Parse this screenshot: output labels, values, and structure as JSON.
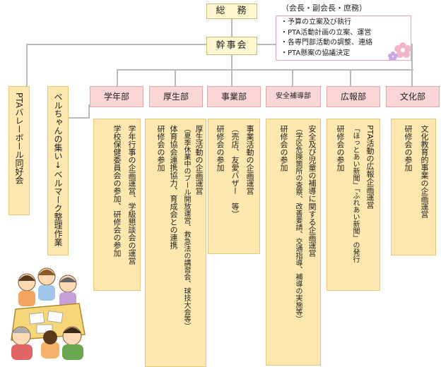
{
  "top": {
    "soumu": "総　務",
    "roles": "（会長・副会長・庶務）",
    "kanjikai": "幹事会"
  },
  "notes": [
    "・予算の立案及び執行",
    "・PTA活動計画の立案、運営",
    "・各専門部活動の調整、連絡",
    "・PTA懸案の協議決定"
  ],
  "left_columns": {
    "volleyball": "PTAバレーボール同好会",
    "bell": "ベルちゃんの集い↓ベルマーク整理作業"
  },
  "departments": [
    {
      "label": "学年部",
      "lines": [
        "学年行事の企画運営、学級懇談会の運営",
        "学校保健委員会の参加、研修会の参加"
      ]
    },
    {
      "label": "厚生部",
      "lines": [
        "厚生活動の企画運営",
        "（夏季休業中のプール開放運営、救急法の講習会、球技大会等）",
        "体育協会連携協力、育成会との連携",
        "研修会の参加"
      ]
    },
    {
      "label": "事業部",
      "lines": [
        "事業活動の企画運営",
        "（売店、友愛バザー　等）",
        "研修会の参加"
      ]
    },
    {
      "label": "安全補導部",
      "lines": [
        "安全及び児童の補導に関する企画運営",
        "（学区危険箇所の査察、改善要請、交通指導、補導の実施等）",
        "研修会の参加"
      ]
    },
    {
      "label": "広報部",
      "lines": [
        "PTA活動の広報企画運営",
        "「ほっとあい新聞」「ふれあい新聞」の発行",
        "研修会の参加"
      ]
    },
    {
      "label": "文化部",
      "lines": [
        "文化教育的事業の企画運営",
        "研修会の参加"
      ]
    }
  ],
  "colors": {
    "header_fill": "#fff7cf",
    "dept_fill": "#fbd6d6",
    "column_fill": "#ffe7b0",
    "connector": "#b9b9b9",
    "note_border": "#e6a6b8"
  }
}
